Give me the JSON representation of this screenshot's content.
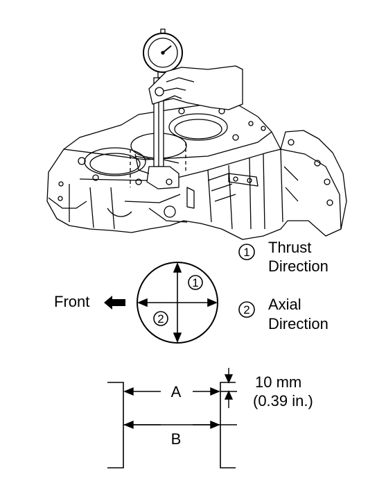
{
  "legend": [
    {
      "number": "1",
      "text_line1": "Thrust",
      "text_line2": "Direction"
    },
    {
      "number": "2",
      "text_line1": "Axial",
      "text_line2": "Direction"
    }
  ],
  "bore_diagram": {
    "front_label": "Front",
    "marker_1": "1",
    "marker_2": "2"
  },
  "measurement": {
    "label_a": "A",
    "label_b": "B",
    "distance_mm": "10 mm",
    "distance_in": "(0.39 in.)"
  }
}
